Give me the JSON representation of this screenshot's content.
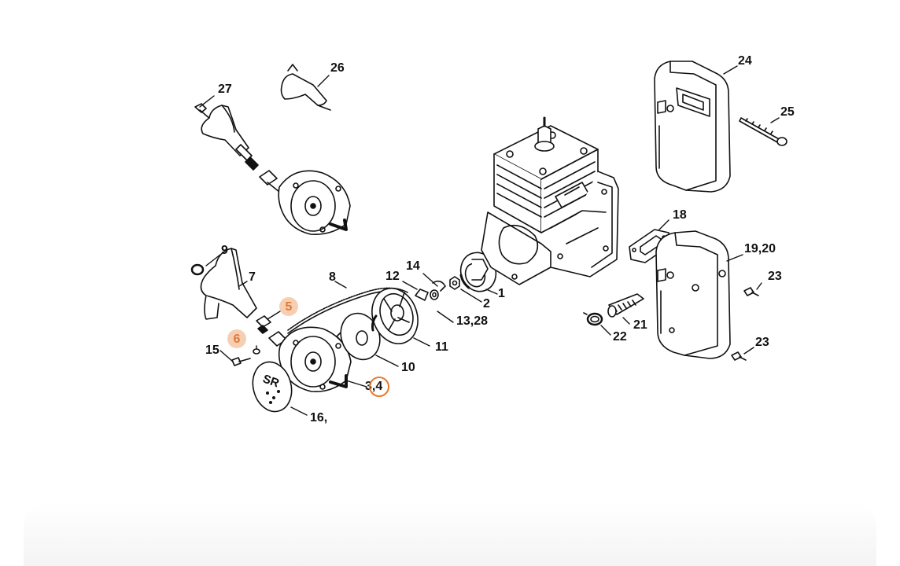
{
  "diagram": {
    "callouts": {
      "p1": "1",
      "p2": "2",
      "p3_4": "3,4",
      "p5": "5",
      "p6": "6",
      "p7": "7",
      "p8": "8",
      "p9": "9",
      "p10": "10",
      "p11": "11",
      "p12": "12",
      "p13_28": "13,28",
      "p14": "14",
      "p15": "15",
      "p16": "16,",
      "p18": "18",
      "p19_20": "19,20",
      "p21": "21",
      "p22": "22",
      "p23a": "23",
      "p23b": "23",
      "p24": "24",
      "p25": "25",
      "p26": "26",
      "p27": "27"
    },
    "cover_logo": "SR",
    "highlight_color": "#e8782e",
    "highlighted_parts": [
      "5",
      "6",
      "3,4"
    ]
  }
}
